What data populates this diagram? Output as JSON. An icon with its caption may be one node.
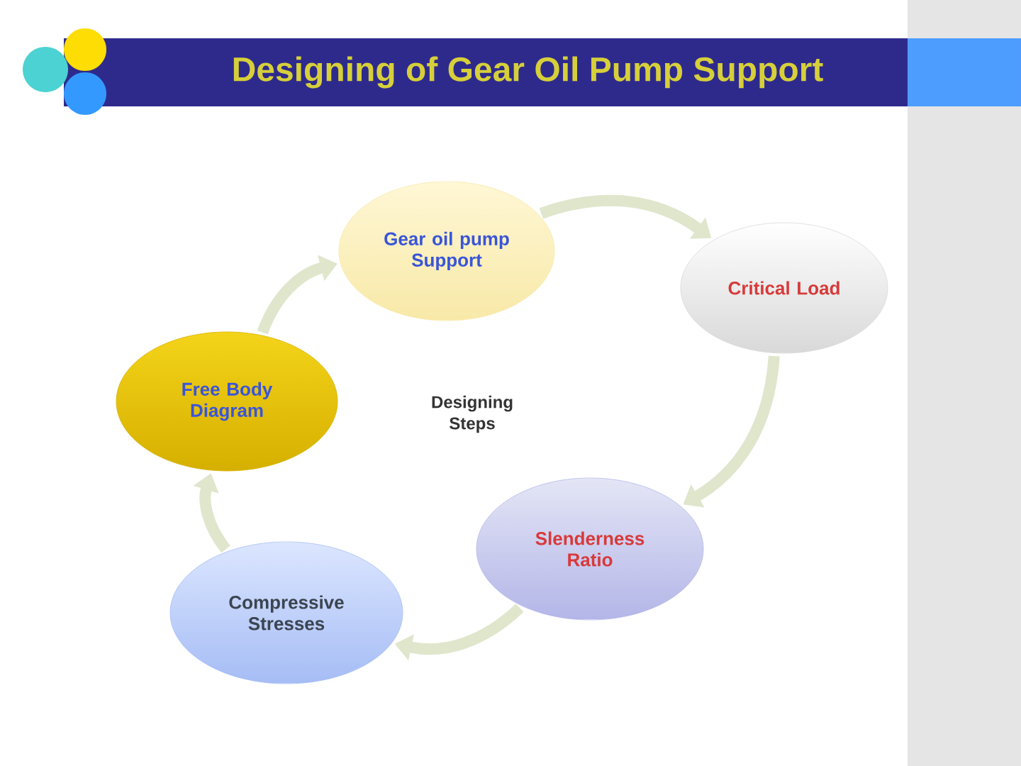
{
  "diagram": {
    "title": "Designing of Gear Oil Pump Support",
    "nodes": [
      {
        "text": [
          "Gear oil pump Support"
        ]
      },
      {
        "text": [
          "Critical Load"
        ]
      },
      {
        "text": [
          "Slenderness Ratio"
        ]
      },
      {
        "text": [
          "Compressive Stresses"
        ]
      },
      {
        "text": [
          "Free Body Diagram"
        ]
      }
    ],
    "edges": [
      {
        "from": 0,
        "to": 1,
        "arrow": "to"
      },
      {
        "from": 1,
        "to": 2,
        "arrow": "to"
      },
      {
        "from": 2,
        "to": 3,
        "arrow": "to"
      },
      {
        "from": 3,
        "to": 4,
        "arrow": "to"
      },
      {
        "from": 4,
        "to": 0,
        "arrow": "to"
      }
    ],
    "labels": [
      "Designing Steps"
    ]
  }
}
